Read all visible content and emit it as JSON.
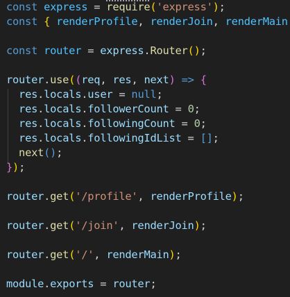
{
  "editor": {
    "lines": [
      {
        "tokens": [
          {
            "t": "const ",
            "c": "kw"
          },
          {
            "t": "express",
            "c": "var"
          },
          {
            "t": " = ",
            "c": "op"
          },
          {
            "t": "require",
            "c": "fn"
          },
          {
            "t": "(",
            "c": "p1"
          },
          {
            "t": "'express'",
            "c": "str"
          },
          {
            "t": ")",
            "c": "p1"
          },
          {
            "t": ";",
            "c": "op"
          }
        ]
      },
      {
        "tokens": [
          {
            "t": "const ",
            "c": "kw"
          },
          {
            "t": "{",
            "c": "p1"
          },
          {
            "t": " ",
            "c": "op"
          },
          {
            "t": "renderProfile",
            "c": "var"
          },
          {
            "t": ", ",
            "c": "op"
          },
          {
            "t": "renderJoin",
            "c": "var"
          },
          {
            "t": ", ",
            "c": "op"
          },
          {
            "t": "renderMain",
            "c": "var"
          },
          {
            "t": " ",
            "c": "op"
          },
          {
            "t": "}",
            "c": "p1"
          }
        ]
      },
      {
        "tokens": []
      },
      {
        "tokens": [
          {
            "t": "const ",
            "c": "kw"
          },
          {
            "t": "router",
            "c": "var"
          },
          {
            "t": " = ",
            "c": "op"
          },
          {
            "t": "express",
            "c": "id"
          },
          {
            "t": ".",
            "c": "op"
          },
          {
            "t": "Router",
            "c": "fn"
          },
          {
            "t": "()",
            "c": "p1"
          },
          {
            "t": ";",
            "c": "op"
          }
        ]
      },
      {
        "tokens": []
      },
      {
        "tokens": [
          {
            "t": "router",
            "c": "id"
          },
          {
            "t": ".",
            "c": "op"
          },
          {
            "t": "use",
            "c": "fn"
          },
          {
            "t": "(",
            "c": "p1"
          },
          {
            "t": "(",
            "c": "p2"
          },
          {
            "t": "req",
            "c": "id"
          },
          {
            "t": ", ",
            "c": "op"
          },
          {
            "t": "res",
            "c": "id"
          },
          {
            "t": ", ",
            "c": "op"
          },
          {
            "t": "next",
            "c": "id"
          },
          {
            "t": ")",
            "c": "p2"
          },
          {
            "t": " ",
            "c": "op"
          },
          {
            "t": "=>",
            "c": "kw"
          },
          {
            "t": " ",
            "c": "op"
          },
          {
            "t": "{",
            "c": "p2"
          }
        ]
      },
      {
        "tokens": [
          {
            "t": "  ",
            "c": "op"
          },
          {
            "t": "res",
            "c": "id"
          },
          {
            "t": ".",
            "c": "op"
          },
          {
            "t": "locals",
            "c": "id"
          },
          {
            "t": ".",
            "c": "op"
          },
          {
            "t": "user",
            "c": "id"
          },
          {
            "t": " = ",
            "c": "op"
          },
          {
            "t": "null",
            "c": "kw"
          },
          {
            "t": ";",
            "c": "op"
          }
        ]
      },
      {
        "tokens": [
          {
            "t": "  ",
            "c": "op"
          },
          {
            "t": "res",
            "c": "id"
          },
          {
            "t": ".",
            "c": "op"
          },
          {
            "t": "locals",
            "c": "id"
          },
          {
            "t": ".",
            "c": "op"
          },
          {
            "t": "followerCount",
            "c": "id"
          },
          {
            "t": " = ",
            "c": "op"
          },
          {
            "t": "0",
            "c": "num"
          },
          {
            "t": ";",
            "c": "op"
          }
        ]
      },
      {
        "tokens": [
          {
            "t": "  ",
            "c": "op"
          },
          {
            "t": "res",
            "c": "id"
          },
          {
            "t": ".",
            "c": "op"
          },
          {
            "t": "locals",
            "c": "id"
          },
          {
            "t": ".",
            "c": "op"
          },
          {
            "t": "followingCount",
            "c": "id"
          },
          {
            "t": " = ",
            "c": "op"
          },
          {
            "t": "0",
            "c": "num"
          },
          {
            "t": ";",
            "c": "op"
          }
        ]
      },
      {
        "tokens": [
          {
            "t": "  ",
            "c": "op"
          },
          {
            "t": "res",
            "c": "id"
          },
          {
            "t": ".",
            "c": "op"
          },
          {
            "t": "locals",
            "c": "id"
          },
          {
            "t": ".",
            "c": "op"
          },
          {
            "t": "followingIdList",
            "c": "id"
          },
          {
            "t": " = ",
            "c": "op"
          },
          {
            "t": "[]",
            "c": "kw"
          },
          {
            "t": ";",
            "c": "op"
          }
        ]
      },
      {
        "tokens": [
          {
            "t": "  ",
            "c": "op"
          },
          {
            "t": "next",
            "c": "fn"
          },
          {
            "t": "()",
            "c": "kw"
          },
          {
            "t": ";",
            "c": "op"
          }
        ]
      },
      {
        "tokens": [
          {
            "t": "}",
            "c": "p2"
          },
          {
            "t": ")",
            "c": "p1"
          },
          {
            "t": ";",
            "c": "op"
          }
        ]
      },
      {
        "tokens": []
      },
      {
        "tokens": [
          {
            "t": "router",
            "c": "id"
          },
          {
            "t": ".",
            "c": "op"
          },
          {
            "t": "get",
            "c": "fn"
          },
          {
            "t": "(",
            "c": "p1"
          },
          {
            "t": "'/profile'",
            "c": "str"
          },
          {
            "t": ", ",
            "c": "op"
          },
          {
            "t": "renderProfile",
            "c": "id"
          },
          {
            "t": ")",
            "c": "p1"
          },
          {
            "t": ";",
            "c": "op"
          }
        ]
      },
      {
        "tokens": []
      },
      {
        "tokens": [
          {
            "t": "router",
            "c": "id"
          },
          {
            "t": ".",
            "c": "op"
          },
          {
            "t": "get",
            "c": "fn"
          },
          {
            "t": "(",
            "c": "p1"
          },
          {
            "t": "'/join'",
            "c": "str"
          },
          {
            "t": ", ",
            "c": "op"
          },
          {
            "t": "renderJoin",
            "c": "id"
          },
          {
            "t": ")",
            "c": "p1"
          },
          {
            "t": ";",
            "c": "op"
          }
        ]
      },
      {
        "tokens": []
      },
      {
        "tokens": [
          {
            "t": "router",
            "c": "id"
          },
          {
            "t": ".",
            "c": "op"
          },
          {
            "t": "get",
            "c": "fn"
          },
          {
            "t": "(",
            "c": "p1"
          },
          {
            "t": "'/'",
            "c": "str"
          },
          {
            "t": ", ",
            "c": "op"
          },
          {
            "t": "renderMain",
            "c": "id"
          },
          {
            "t": ")",
            "c": "p1"
          },
          {
            "t": ";",
            "c": "op"
          }
        ]
      },
      {
        "tokens": []
      },
      {
        "tokens": [
          {
            "t": "module",
            "c": "id"
          },
          {
            "t": ".",
            "c": "op"
          },
          {
            "t": "exports",
            "c": "id"
          },
          {
            "t": " = ",
            "c": "op"
          },
          {
            "t": "router",
            "c": "id"
          },
          {
            "t": ";",
            "c": "op"
          }
        ]
      }
    ]
  },
  "colors": {
    "background": "#1f1f1f",
    "keyword": "#569cd6",
    "constant": "#4fc1ff",
    "function": "#dcdcaa",
    "identifier": "#9cdcfe",
    "string": "#ce9178",
    "number": "#b5cea8",
    "bracket_level1": "#ffd700",
    "bracket_level2": "#da70d6"
  }
}
